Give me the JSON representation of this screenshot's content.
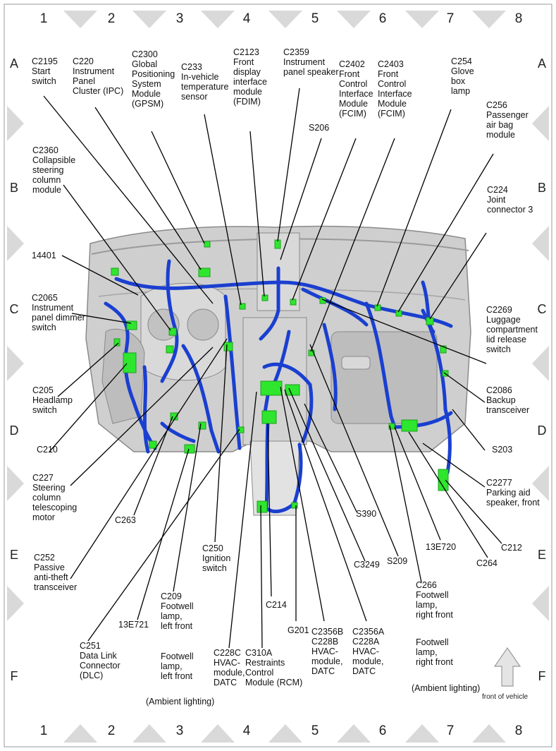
{
  "grid": {
    "columns": [
      "1",
      "2",
      "3",
      "4",
      "5",
      "6",
      "7",
      "8"
    ],
    "rows": [
      "A",
      "B",
      "C",
      "D",
      "E",
      "F"
    ]
  },
  "labels": {
    "c2195": "C2195\nStart\nswitch",
    "c220": "C220\nInstrument\nPanel\nCluster (IPC)",
    "c2300": "C2300\nGlobal\nPositioning\nSystem\nModule\n(GPSM)",
    "c233": "C233\nIn-vehicle\ntemperature\nsensor",
    "c2123": "C2123\nFront\ndisplay\ninterface\nmodule\n(FDIM)",
    "c2359": "C2359\nInstrument\npanel speaker",
    "c2402": "C2402\nFront\nControl\nInterface\nModule\n(FCIM)",
    "c2403": "C2403\nFront\nControl\nInterface\nModule\n(FCIM)",
    "c254": "C254\nGlove\nbox\nlamp",
    "s206": "S206",
    "c256": "C256\nPassenger\nair bag\nmodule",
    "c2360": "C2360\nCollapsible\nsteering\ncolumn\nmodule",
    "c224": "C224\nJoint\nconnector 3",
    "n14401": "14401",
    "c2065": "C2065\nInstrument\npanel dimmer\nswitch",
    "c2269": "C2269\nLuggage\ncompartment\nlid release\nswitch",
    "c205": "C205\nHeadlamp\nswitch",
    "c2086": "C2086\nBackup\ntransceiver",
    "c210": "C210",
    "s203": "S203",
    "c227": "C227\nSteering\ncolumn\ntelescoping\nmotor",
    "c2277": "C2277\nParking aid\nspeaker, front",
    "c263": "C263",
    "s390": "S390",
    "c212": "C212",
    "c252": "C252\nPassive\nanti-theft\ntransceiver",
    "c250": "C250\nIgnition\nswitch",
    "e13e720": "13E720",
    "c264": "C264",
    "c3249": "C3249",
    "s209": "S209",
    "c214": "C214",
    "c209": "C209\nFootwell\nlamp,\nleft front",
    "c266": "C266\nFootwell\nlamp,\nright front",
    "e13e721": "13E721",
    "g201": "G201",
    "c251": "C251\nData Link\nConnector\n(DLC)",
    "c228c": "C228C\nHVAC-\nmodule,\nDATC",
    "c310a": "C310A\nRestraints\nControl\nModule (RCM)",
    "c2356b": "C2356B\nC228B\nHVAC-\nmodule,\nDATC",
    "c2356a": "C2356A\nC228A\nHVAC-\nmodule,\nDATC",
    "footwell_left": "Footwell\nlamp,\nleft front",
    "ambient_left": "(Ambient lighting)",
    "footwell_right": "Footwell\nlamp,\nright front",
    "ambient_right": "(Ambient lighting)"
  },
  "orientation": {
    "note": "front of vehicle",
    "icon": "up-arrow-icon"
  },
  "colors": {
    "harness": "#1a3fd0",
    "connector": "#2ee62e",
    "panel": "#c9c9c9",
    "panel_dark": "#8a8a8a",
    "frame_chevron": "#d9d9d9"
  }
}
